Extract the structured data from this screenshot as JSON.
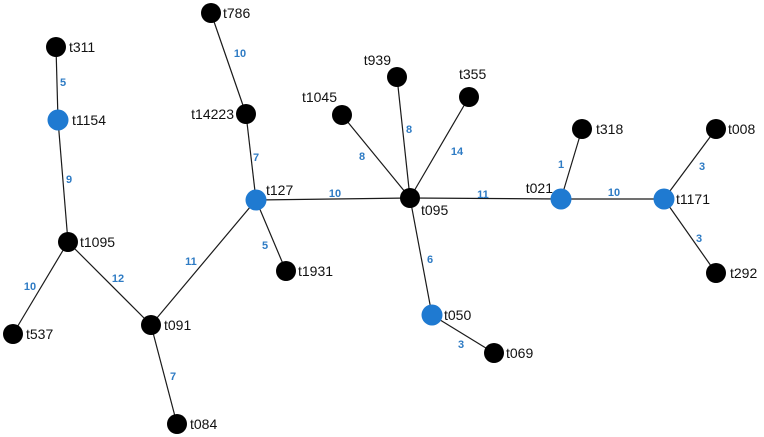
{
  "colors": {
    "black_node": "#000000",
    "blue_node": "#1f7ad1",
    "edge": "#1a1a1a",
    "edge_label": "#2e7bc4"
  },
  "nodes": [
    {
      "id": "t786",
      "label": "t786",
      "color": "black"
    },
    {
      "id": "t311",
      "label": "t311",
      "color": "black"
    },
    {
      "id": "t1154",
      "label": "t1154",
      "color": "blue"
    },
    {
      "id": "t14223",
      "label": "t14223",
      "color": "black"
    },
    {
      "id": "t939",
      "label": "t939",
      "color": "black"
    },
    {
      "id": "t355",
      "label": "t355",
      "color": "black"
    },
    {
      "id": "t1045",
      "label": "t1045",
      "color": "black"
    },
    {
      "id": "t318",
      "label": "t318",
      "color": "black"
    },
    {
      "id": "t008",
      "label": "t008",
      "color": "black"
    },
    {
      "id": "t127",
      "label": "t127",
      "color": "blue"
    },
    {
      "id": "t095",
      "label": "t095",
      "color": "black"
    },
    {
      "id": "t021",
      "label": "t021",
      "color": "blue"
    },
    {
      "id": "t1171",
      "label": "t1171",
      "color": "blue"
    },
    {
      "id": "t1095",
      "label": "t1095",
      "color": "black"
    },
    {
      "id": "t1931",
      "label": "t1931",
      "color": "black"
    },
    {
      "id": "t292",
      "label": "t292",
      "color": "black"
    },
    {
      "id": "t050",
      "label": "t050",
      "color": "blue"
    },
    {
      "id": "t537",
      "label": "t537",
      "color": "black"
    },
    {
      "id": "t091",
      "label": "t091",
      "color": "black"
    },
    {
      "id": "t069",
      "label": "t069",
      "color": "black"
    },
    {
      "id": "t084",
      "label": "t084",
      "color": "black"
    }
  ],
  "edges": [
    {
      "from": "t786",
      "to": "t14223",
      "weight": "10"
    },
    {
      "from": "t14223",
      "to": "t127",
      "weight": "7"
    },
    {
      "from": "t311",
      "to": "t1154",
      "weight": "5"
    },
    {
      "from": "t1154",
      "to": "t1095",
      "weight": "9"
    },
    {
      "from": "t1095",
      "to": "t537",
      "weight": "10"
    },
    {
      "from": "t1095",
      "to": "t091",
      "weight": "12"
    },
    {
      "from": "t091",
      "to": "t127",
      "weight": "11"
    },
    {
      "from": "t091",
      "to": "t084",
      "weight": "7"
    },
    {
      "from": "t127",
      "to": "t1931",
      "weight": "5"
    },
    {
      "from": "t127",
      "to": "t095",
      "weight": "10"
    },
    {
      "from": "t1045",
      "to": "t095",
      "weight": "8"
    },
    {
      "from": "t939",
      "to": "t095",
      "weight": "8"
    },
    {
      "from": "t355",
      "to": "t095",
      "weight": "14"
    },
    {
      "from": "t095",
      "to": "t021",
      "weight": "11"
    },
    {
      "from": "t095",
      "to": "t050",
      "weight": "6"
    },
    {
      "from": "t050",
      "to": "t069",
      "weight": "3"
    },
    {
      "from": "t021",
      "to": "t318",
      "weight": "1"
    },
    {
      "from": "t021",
      "to": "t1171",
      "weight": "10"
    },
    {
      "from": "t1171",
      "to": "t008",
      "weight": "3"
    },
    {
      "from": "t1171",
      "to": "t292",
      "weight": "3"
    }
  ]
}
